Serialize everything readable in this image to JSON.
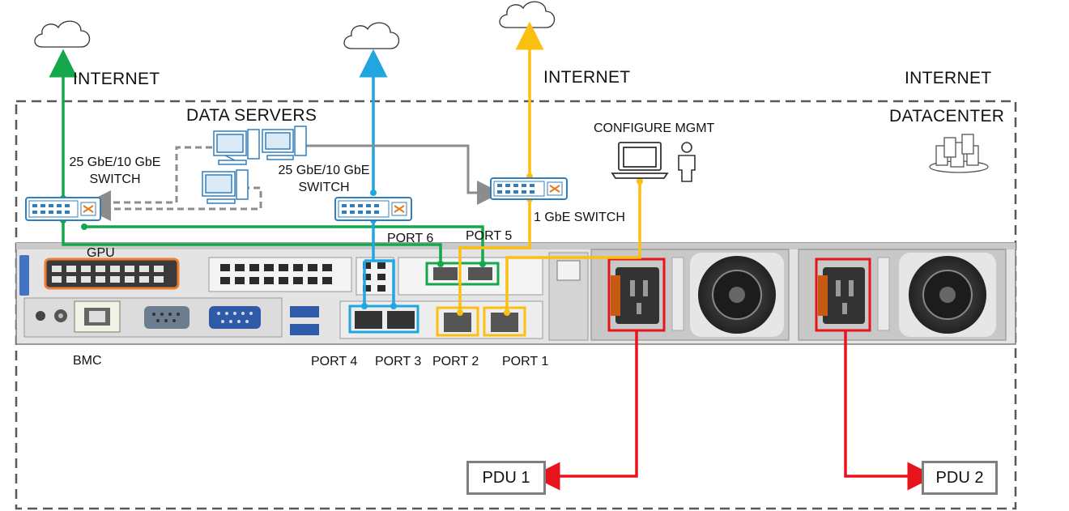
{
  "labels": {
    "internet_left": "INTERNET",
    "internet_mid": "INTERNET",
    "internet_right": "INTERNET",
    "data_servers": "DATA SERVERS",
    "datacenter": "DATACENTER",
    "configure_mgmt": "CONFIGURE MGMT",
    "switch_left_l1": "25 GbE/10 GbE",
    "switch_left_l2": "SWITCH",
    "switch_mid_l1": "25 GbE/10 GbE",
    "switch_mid_l2": "SWITCH",
    "switch_1gbe": "1 GbE SWITCH",
    "gpu": "GPU",
    "bmc": "BMC",
    "port1": "PORT 1",
    "port2": "PORT 2",
    "port3": "PORT 3",
    "port4": "PORT 4",
    "port5": "PORT 5",
    "port6": "PORT 6",
    "pdu1": "PDU 1",
    "pdu2": "PDU 2"
  },
  "colors": {
    "green_link": "#15a74b",
    "blue_link": "#22a6e0",
    "yellow_link": "#fbbf12",
    "red_power": "#e8141b",
    "gray_link": "#8c8c8c",
    "gpu_outline": "#ed7d31",
    "switch_blue": "#2f7fbf"
  },
  "icons": [
    "cloud-icon",
    "network-switch-icon",
    "desktop-computer-icon",
    "laptop-icon",
    "person-icon",
    "datacenter-servers-icon",
    "power-socket-icon",
    "fan-icon"
  ]
}
